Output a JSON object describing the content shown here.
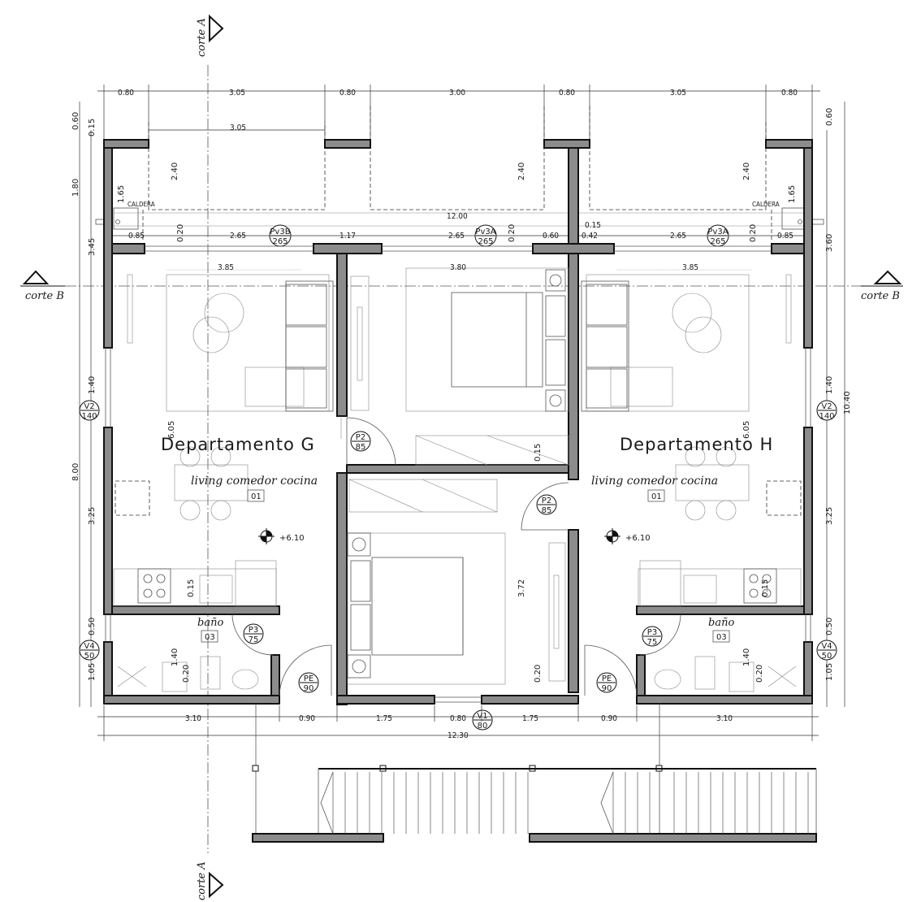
{
  "sections": {
    "corte_a_top": "corte A",
    "corte_a_bottom": "corte A",
    "corte_b_left": "corte B",
    "corte_b_right": "corte B"
  },
  "units": {
    "g": {
      "title": "Departamento G",
      "living": "living comedor cocina",
      "living_tag": "01",
      "bath": "baño",
      "bath_tag": "03",
      "level": "+6.10",
      "caldera": "CALDERA"
    },
    "h": {
      "title": "Departamento H",
      "living": "living comedor cocina",
      "living_tag": "01",
      "bath": "baño",
      "bath_tag": "03",
      "level": "+6.10",
      "caldera": "CALDERA"
    }
  },
  "openings": {
    "pv3b": {
      "top": "Pv3B",
      "bottom": "265"
    },
    "pv3a_c": {
      "top": "Pv3A",
      "bottom": "265"
    },
    "pv3a_r": {
      "top": "Pv3A",
      "bottom": "265"
    },
    "v2_l": {
      "top": "V2",
      "bottom": "140"
    },
    "v2_r": {
      "top": "V2",
      "bottom": "140"
    },
    "v4_l": {
      "top": "V4",
      "bottom": "50"
    },
    "v4_r": {
      "top": "V4",
      "bottom": "50"
    },
    "v1": {
      "top": "V1",
      "bottom": "80"
    },
    "p2_l": {
      "top": "P2",
      "bottom": "85"
    },
    "p2_r": {
      "top": "P2",
      "bottom": "85"
    },
    "p3_l": {
      "top": "P3",
      "bottom": "75"
    },
    "p3_r": {
      "top": "P3",
      "bottom": "75"
    },
    "pe_l": {
      "top": "PE",
      "bottom": "90"
    },
    "pe_r": {
      "top": "PE",
      "bottom": "90"
    }
  },
  "dims_top": [
    "0.80",
    "3.05",
    "0.80",
    "3.00",
    "0.80",
    "3.05",
    "0.80"
  ],
  "dims_top_inner": "3.05",
  "dims_row": [
    "0.85",
    "2.65",
    "1.17",
    "2.65",
    "0.60",
    "0.42",
    "2.65",
    "0.85"
  ],
  "dims_row_extra": {
    "d020a": "0.20",
    "d020b": "0.20",
    "d020c": "0.20",
    "d015": "0.15",
    "total12": "12.00"
  },
  "dims_left": [
    "0.60",
    "0.15",
    "1.80",
    "1.65",
    "3.45",
    "1.40",
    "8.00",
    "3.25",
    "0.50",
    "1.05"
  ],
  "dims_right": [
    "0.60",
    "1.65",
    "3.60",
    "1.40",
    "10.40",
    "3.25",
    "0.50",
    "1.05"
  ],
  "dims_inner": {
    "balc_l": "2.40",
    "balc_c": "2.40",
    "balc_r": "2.40",
    "room_l": "3.85",
    "room_c": "3.80",
    "room_r": "3.85",
    "h605_l": "6.05",
    "h605_r": "6.05",
    "bath_l": "1.40",
    "bath_r": "1.40",
    "k015_l": "0.15",
    "k015_r": "0.15",
    "b020_l": "0.20",
    "b020_r": "0.20",
    "st015": "0.15",
    "bed372": "3.72",
    "bed020": "0.20"
  },
  "dims_bottom": [
    "3.10",
    "0.90",
    "1.75",
    "0.80",
    "1.75",
    "0.90",
    "3.10"
  ],
  "dims_bottom_total": "12.30"
}
